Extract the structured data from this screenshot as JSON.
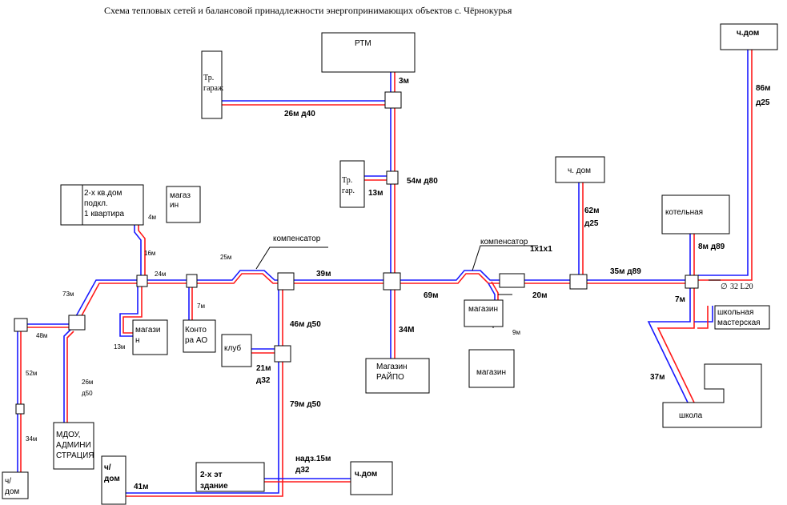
{
  "title": "Схема тепловых сетей и балансовой принадлежности энергопринимающих объектов с. Чёрнокурья",
  "colors": {
    "supply": "#ff1a1a",
    "return": "#1a1aff",
    "outline": "#000000",
    "background": "#ffffff"
  },
  "buildings": {
    "rtm": "РТМ",
    "garage_1": "Тр.",
    "garage_2": "гараж",
    "tr_gar_1": "Тр.",
    "tr_gar_2": "гар.",
    "kv_line1": "2-х кв.дом",
    "kv_line2": "подкл.",
    "kv_line3": "1 квартира",
    "magazin_top_1": "магаз",
    "magazin_top_2": "ин",
    "magazin_left_1": "магази",
    "magazin_left_2": "н",
    "kontora_1": "Конто",
    "kontora_2": "ра АО",
    "klub": "клуб",
    "raipo_1": "Магазин",
    "raipo_2": "РАЙПО",
    "magazin_mid": "магазин",
    "magazin_low": "магазин",
    "chdom_mid": "ч. дом",
    "chdom_top": "ч.дом",
    "kotelnaya": "котельная",
    "mast_1": "школьная",
    "mast_2": "мастерская",
    "shkola": "школа",
    "mdou_1": "МДОУ,",
    "mdou_2": "АДМИНИ",
    "mdou_3": "СТРАЦИЯ",
    "chdom_left_1": "ч/",
    "chdom_left_2": "дом",
    "chdom_bot_1": "ч/",
    "chdom_bot_2": "дом",
    "zdanie_1": "2-х эт",
    "zdanie_2": "здание",
    "chdom_bot_right": "ч.дом"
  },
  "labels": {
    "l_3m": "3м",
    "l_26m_d40": "26м д40",
    "l_54m_d80": "54м д80",
    "l_13m_a": "13м",
    "l_4m": "4м",
    "l_16m": "16м",
    "l_24m": "24м",
    "l_25m": "25м",
    "kompensator_1": "компенсатор",
    "l_39m": "39м",
    "kompensator_2": "компенсатор",
    "l_1x1x1": "1х1х1",
    "l_62m": "62м",
    "l_d25_a": "д25",
    "l_35m_d89": "35м д89",
    "l_8m_d89": "8м д89",
    "l_86m": "86м",
    "l_d25_b": "д25",
    "l_phi": "∅",
    "l_32_l20": "32 L20",
    "l_7m_a": "7м",
    "l_7m_b": "7м",
    "l_73m": "73м",
    "l_48m": "48м",
    "l_13m_b": "13м",
    "l_69m": "69м",
    "l_20m": "20м",
    "l_9m": "9м",
    "l_34m_a": "34М",
    "l_46m_d50": "46м д50",
    "l_21m": "21м",
    "l_d32_a": "д32",
    "l_79m_d50": "79м д50",
    "l_37m": "37м",
    "l_52m": "52м",
    "l_26m": "26м",
    "l_d50": "д50",
    "l_34m_b": "34м",
    "l_41m": "41м",
    "l_nadz": "надз.15м",
    "l_d32_b": "д32"
  }
}
